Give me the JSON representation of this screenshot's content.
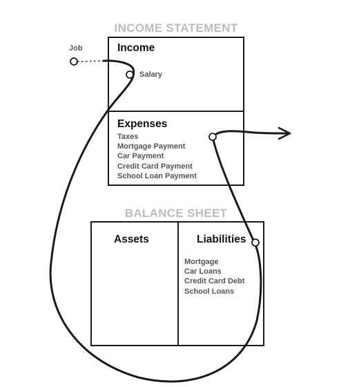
{
  "income_statement": {
    "title": "INCOME STATEMENT",
    "income": {
      "heading": "Income",
      "items": [
        "Salary"
      ]
    },
    "expenses": {
      "heading": "Expenses",
      "items": [
        "Taxes",
        "Mortgage Payment",
        "Car Payment",
        "Credit Card Payment",
        "School Loan Payment"
      ]
    }
  },
  "balance_sheet": {
    "title": "BALANCE SHEET",
    "assets": {
      "heading": "Assets",
      "items": []
    },
    "liabilities": {
      "heading": "Liabilities",
      "items": [
        "Mortgage",
        "Car Loans",
        "Credit Card Debt",
        "School Loans"
      ]
    }
  },
  "source": {
    "label": "Job"
  },
  "colors": {
    "line": "#1a1a1a",
    "section_title": "#bcbcbc",
    "item_text": "#555555",
    "background": "#ffffff"
  }
}
